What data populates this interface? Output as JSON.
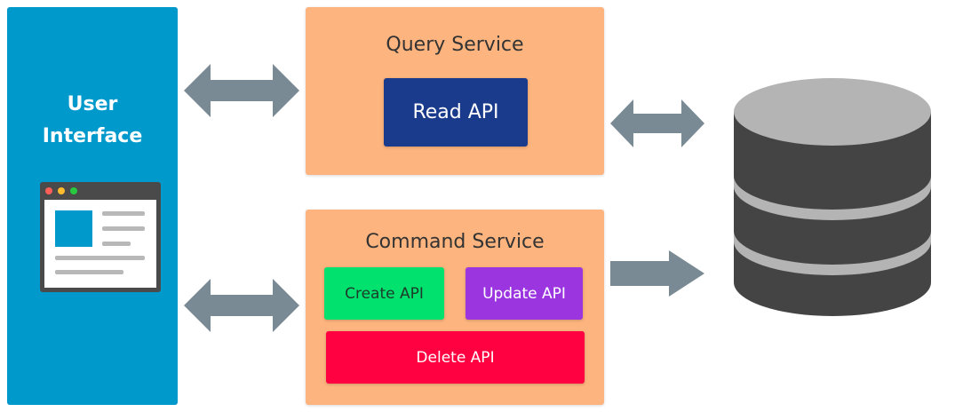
{
  "colors": {
    "ui_panel": "#0099cc",
    "service_box": "#fdb47e",
    "read_api": "#1a3a8c",
    "create_api": "#00e16e",
    "update_api": "#9b35e0",
    "delete_api": "#ff0040",
    "arrow": "#7a8a94",
    "db_body": "#444444",
    "db_top": "#b4b4b4"
  },
  "user_interface": {
    "title_line1": "User",
    "title_line2": "Interface",
    "icon": "browser-window-icon"
  },
  "query_service": {
    "title": "Query Service",
    "apis": [
      {
        "label": "Read API"
      }
    ]
  },
  "command_service": {
    "title": "Command Service",
    "apis": [
      {
        "label": "Create API"
      },
      {
        "label": "Update API"
      },
      {
        "label": "Delete API"
      }
    ]
  },
  "database": {
    "icon": "database-icon"
  },
  "arrows": [
    {
      "from": "user_interface",
      "to": "query_service",
      "direction": "bidirectional"
    },
    {
      "from": "user_interface",
      "to": "command_service",
      "direction": "bidirectional"
    },
    {
      "from": "query_service",
      "to": "database",
      "direction": "bidirectional"
    },
    {
      "from": "command_service",
      "to": "database",
      "direction": "one-way"
    }
  ]
}
